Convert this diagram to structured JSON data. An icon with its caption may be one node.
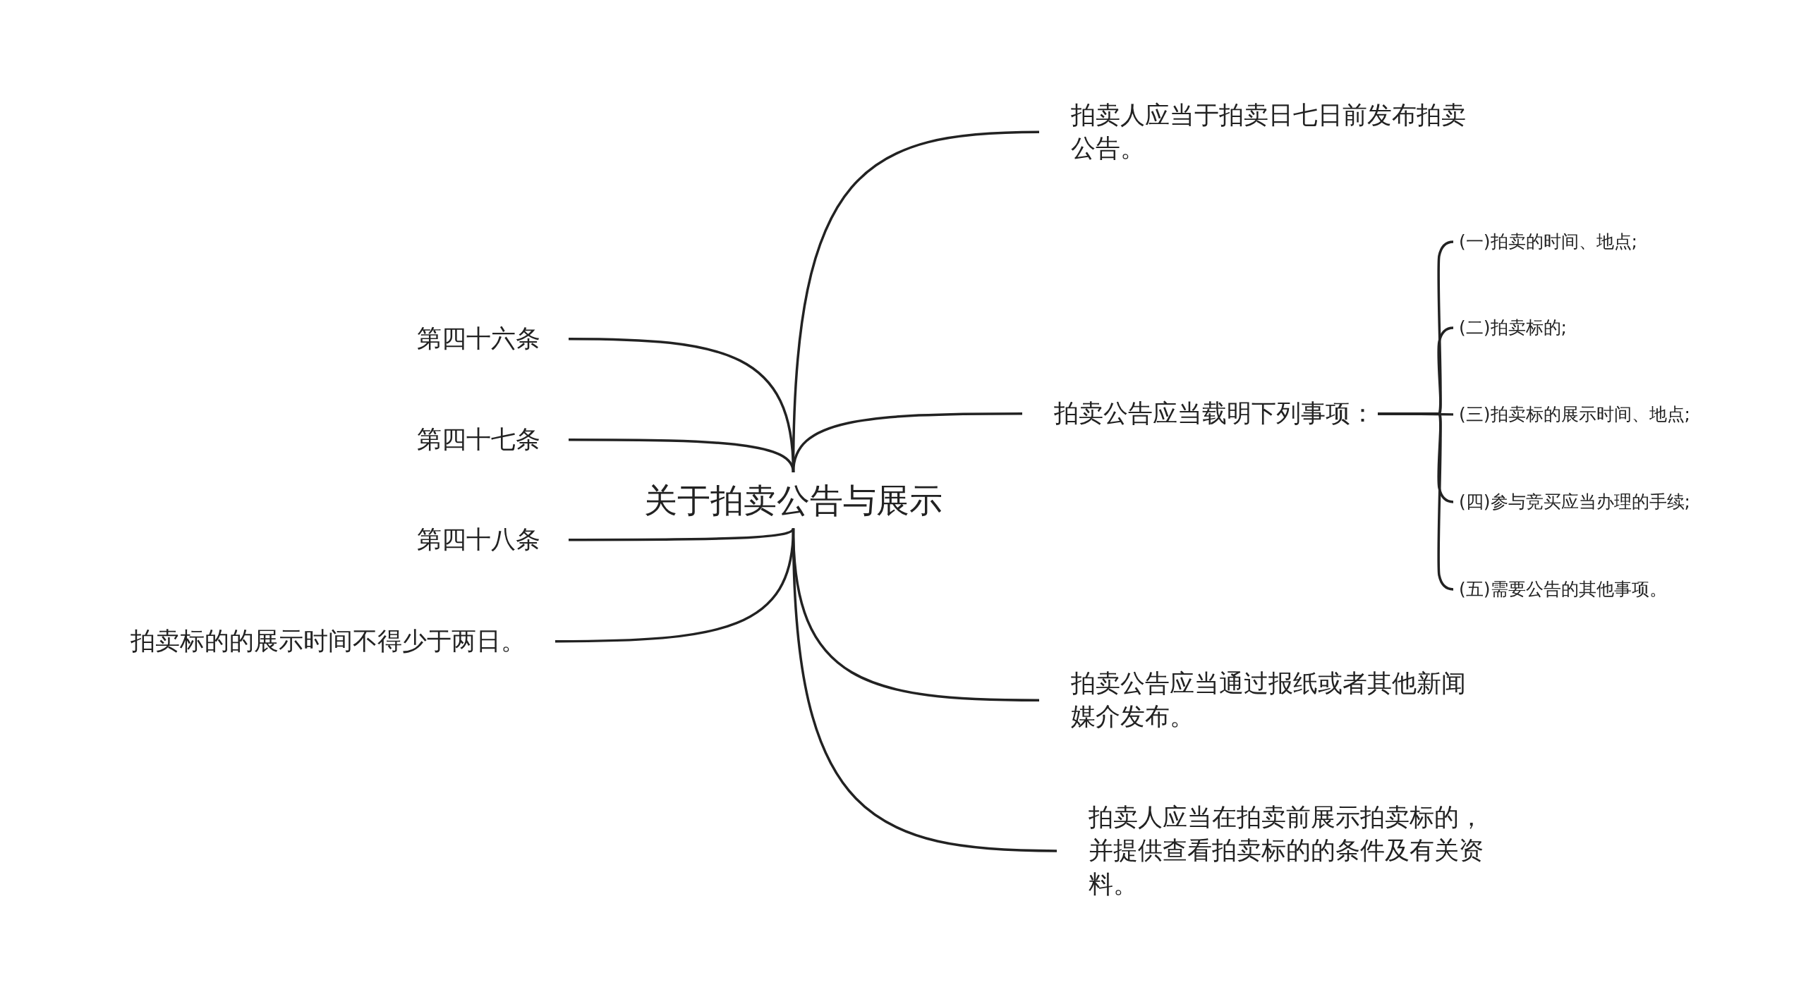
{
  "diagram": {
    "nodes": [
      {
        "text": [
          "关于拍卖公告与展示"
        ]
      },
      {
        "text": [
          "拍卖人应当于拍卖日七日前发布拍卖公告。"
        ]
      },
      {
        "text": [
          "拍卖公告应当载明下列事项："
        ]
      },
      {
        "text": [
          "(一)拍卖的时间、地点;"
        ]
      },
      {
        "text": [
          "(二)拍卖标的;"
        ]
      },
      {
        "text": [
          "(三)拍卖标的展示时间、地点;"
        ]
      },
      {
        "text": [
          "(四)参与竞买应当办理的手续;"
        ]
      },
      {
        "text": [
          "(五)需要公告的其他事项。"
        ]
      },
      {
        "text": [
          "拍卖公告应当通过报纸或者其他新闻媒介发布。"
        ]
      },
      {
        "text": [
          "拍卖人应当在拍卖前展示拍卖标的，并提供查看拍卖标的的条件及有关资料。"
        ]
      },
      {
        "text": [
          "第四十六条"
        ]
      },
      {
        "text": [
          "第四十七条"
        ]
      },
      {
        "text": [
          "第四十八条"
        ]
      },
      {
        "text": [
          "拍卖标的的展示时间不得少于两日。"
        ]
      }
    ],
    "edges": [
      {
        "from": 0,
        "to": 1,
        "arrow": "none"
      },
      {
        "from": 0,
        "to": 2,
        "arrow": "none"
      },
      {
        "from": 2,
        "to": 3,
        "arrow": "none"
      },
      {
        "from": 2,
        "to": 4,
        "arrow": "none"
      },
      {
        "from": 2,
        "to": 5,
        "arrow": "none"
      },
      {
        "from": 2,
        "to": 6,
        "arrow": "none"
      },
      {
        "from": 2,
        "to": 7,
        "arrow": "none"
      },
      {
        "from": 0,
        "to": 8,
        "arrow": "none"
      },
      {
        "from": 0,
        "to": 9,
        "arrow": "none"
      },
      {
        "from": 0,
        "to": 10,
        "arrow": "none"
      },
      {
        "from": 0,
        "to": 11,
        "arrow": "none"
      },
      {
        "from": 0,
        "to": 12,
        "arrow": "none"
      },
      {
        "from": 0,
        "to": 13,
        "arrow": "none"
      }
    ]
  }
}
